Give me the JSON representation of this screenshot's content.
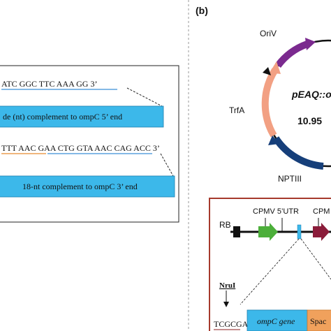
{
  "panel_b": {
    "label": "(b)"
  },
  "panel_a": {
    "seq_top": "ATC GGC TTC AAA GG 3’",
    "bar_top": "de (nt) complement to ompC 5’ end",
    "seq_bottom": "TTT AAC GAA CTG GTA AAC CAG ACC 3’",
    "bar_bottom": "18-nt complement to ompC 3’ end"
  },
  "plasmid": {
    "name": "pEAQ::om",
    "size": "10.95",
    "labels": {
      "oriv": "OriV",
      "trfa": "TrfA",
      "nptiii": "NPTIII"
    }
  },
  "cassette": {
    "rb": "RB",
    "utr": "CPMV 5’UTR",
    "cpm": "CPM",
    "site": "NruI",
    "site_seq": "TCGCGA",
    "gene": "ompC gene",
    "spacer": "Spac"
  },
  "colors": {
    "bar_blue": "#3cb8ea",
    "oriv": "#7b2a8f",
    "trfa": "#f2a083",
    "nptiii": "#163f7a",
    "utr_arrow": "#4caf3a",
    "cpm_arrow": "#8b1c3a",
    "cassette_border": "#a63a2c",
    "spacer": "#f0a15c",
    "site_line": "#8b1c1c",
    "underline_blue": "#3a8fd6",
    "underline_orange": "#e88b2e"
  }
}
